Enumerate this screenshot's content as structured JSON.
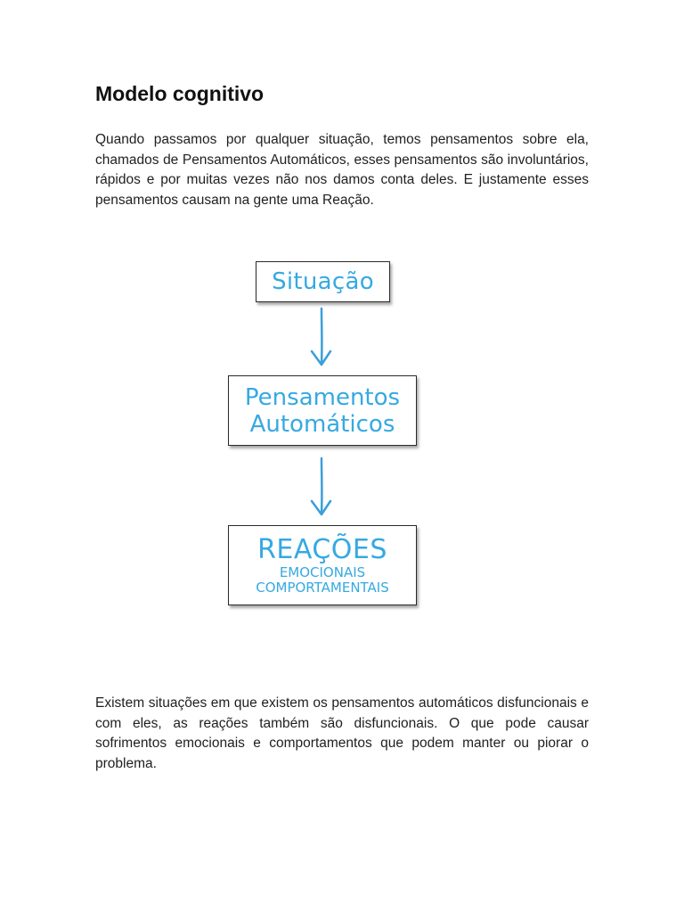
{
  "document": {
    "title": "Modelo cognitivo",
    "intro_paragraph": "Quando passamos por qualquer situação, temos pensamentos sobre ela, chamados de Pensamentos Automáticos, esses pensamentos são involuntários, rápidos e por muitas vezes não nos damos conta deles. E justamente esses pensamentos causam na gente uma Reação.",
    "outro_paragraph": "Existem situações em que existem os pensamentos automáticos disfuncionais e com eles, as reações também são disfuncionais. O que pode causar sofrimentos emocionais e comportamentos que podem manter ou piorar o problema."
  },
  "diagram": {
    "box_situacao": "Situação",
    "box_pensamentos_line1": "Pensamentos",
    "box_pensamentos_line2": "Automáticos",
    "box_reacoes_main": "REAÇÕES",
    "box_reacoes_sub1": "EMOCIONAIS",
    "box_reacoes_sub2": "COMPORTAMENTAIS",
    "accent_color": "#36a9e1",
    "arrow_color": "#3b9fd8"
  }
}
